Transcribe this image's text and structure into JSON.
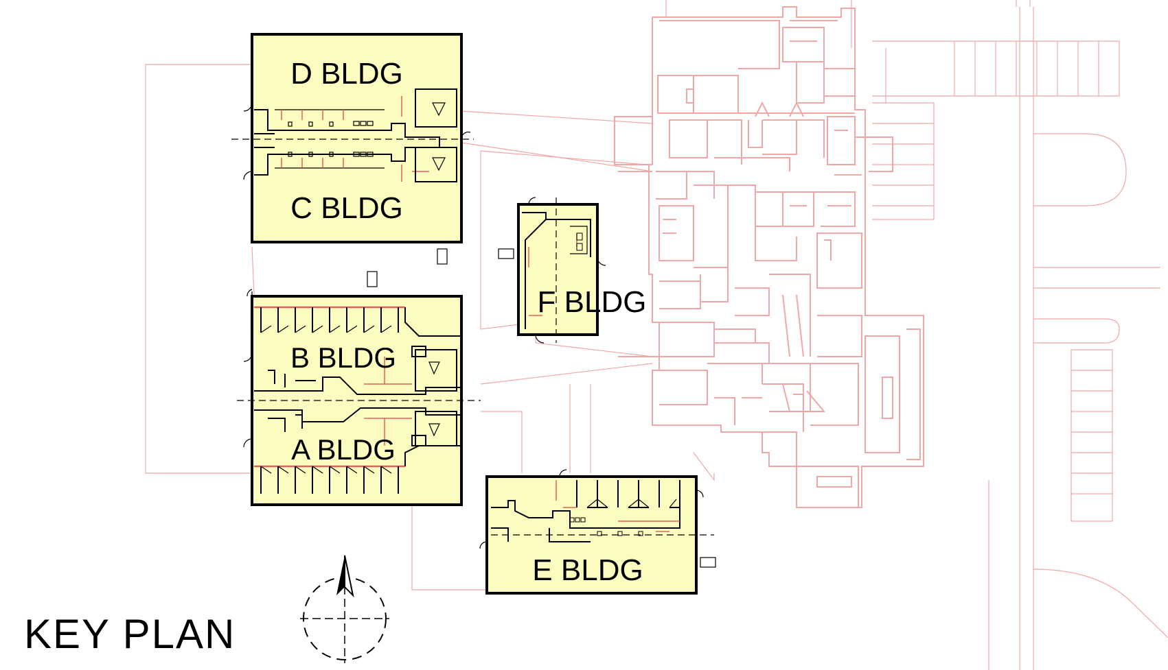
{
  "title": "KEY PLAN",
  "colors": {
    "building_fill": "#fdfcc0",
    "building_outline": "#000000",
    "context_lines": "#f2a6a6",
    "interior_red": "#e06060"
  },
  "icons": {
    "north_arrow": "north-arrow-icon"
  },
  "buildings": [
    {
      "id": "D",
      "label": "D BLDG"
    },
    {
      "id": "C",
      "label": "C BLDG"
    },
    {
      "id": "B",
      "label": "B BLDG"
    },
    {
      "id": "A",
      "label": "A BLDG"
    },
    {
      "id": "F",
      "label": "F BLDG"
    },
    {
      "id": "E",
      "label": "E BLDG"
    }
  ]
}
